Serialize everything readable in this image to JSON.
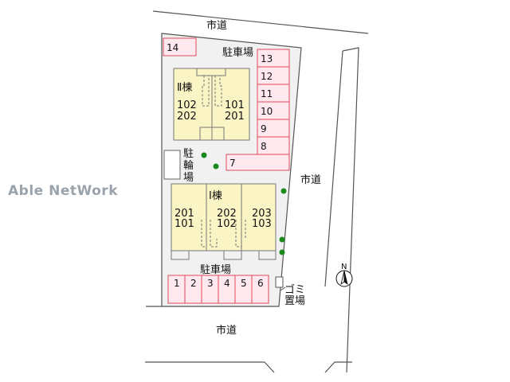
{
  "watermark": "Able NetWork",
  "roads": {
    "top": "市道",
    "right": "市道",
    "bottom": "市道"
  },
  "parking_top_label": "駐車場",
  "parking_bottom_label": "駐車場",
  "bicycle_parking_label": "駐輪場",
  "garbage_label": "ゴミ置場",
  "building_2": {
    "name": "Ⅱ棟",
    "left_units": [
      "102",
      "202"
    ],
    "right_units": [
      "101",
      "201"
    ]
  },
  "building_1": {
    "name": "Ⅰ棟",
    "units": [
      [
        "201",
        "101"
      ],
      [
        "202",
        "102"
      ],
      [
        "203",
        "103"
      ]
    ]
  },
  "parking_top_spots": [
    "14",
    "13",
    "12",
    "11",
    "10",
    "9",
    "8",
    "7"
  ],
  "parking_bottom_spots": [
    "1",
    "2",
    "3",
    "4",
    "5",
    "6"
  ],
  "compass": "N",
  "colors": {
    "building_fill": "#fbf4c5",
    "parking_outline": "#e04a5a",
    "tree_dot": "#1a8a1a",
    "lot_fill": "#f1f1f1"
  }
}
